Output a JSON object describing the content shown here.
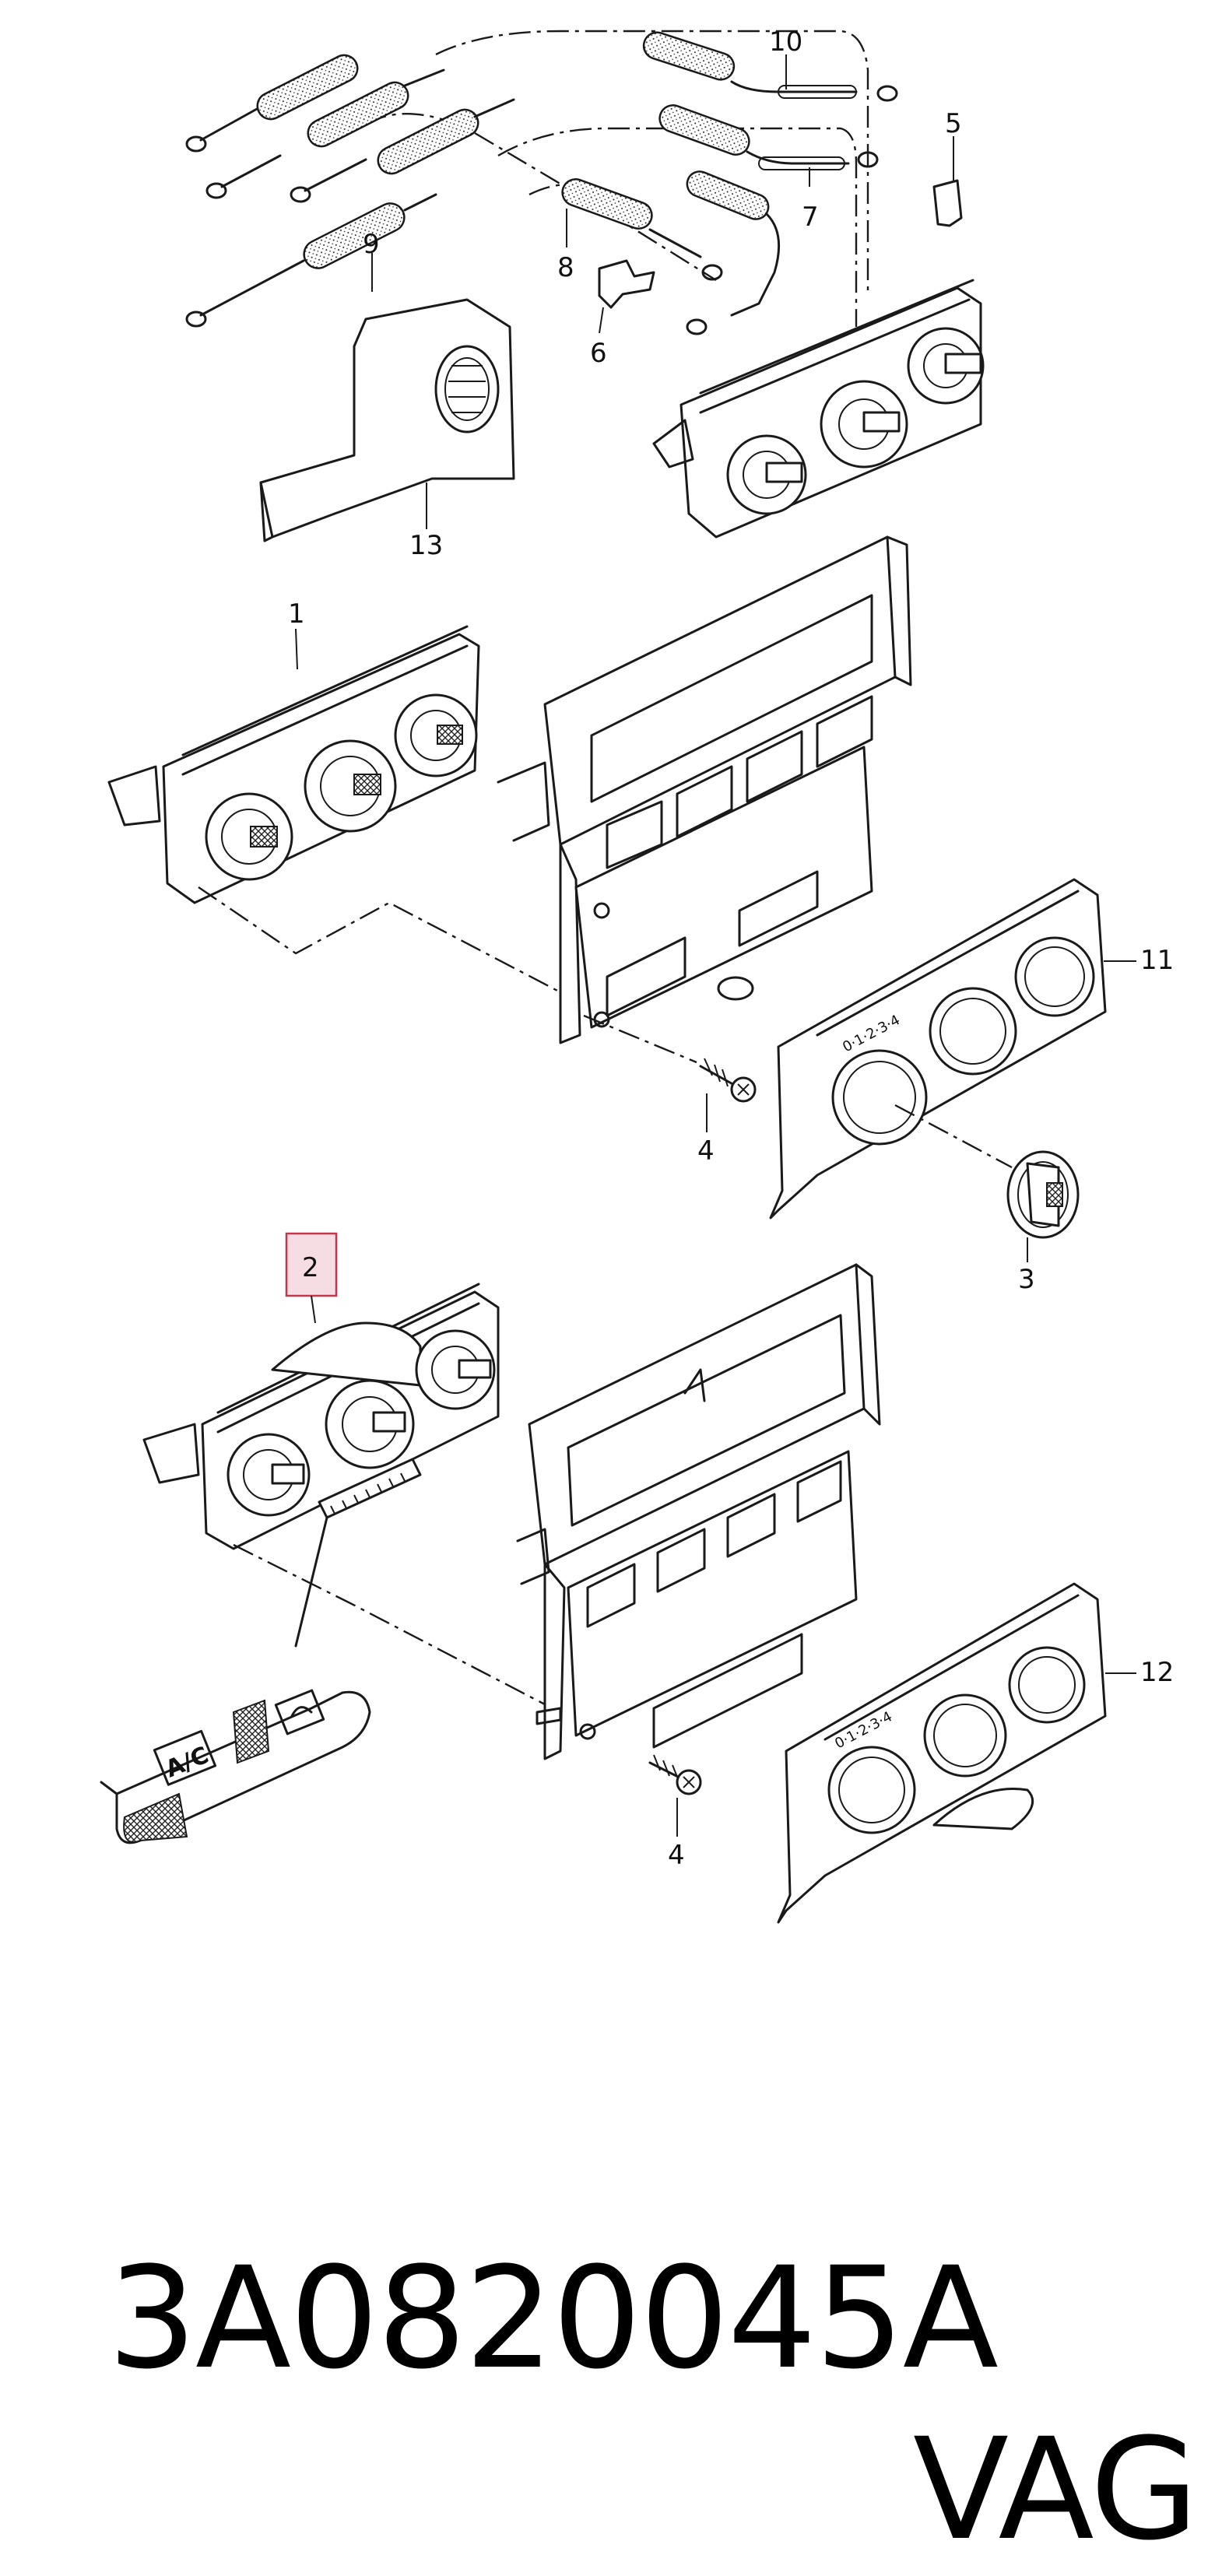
{
  "callouts": {
    "c1": "1",
    "c2": "2",
    "c3": "3",
    "c4a": "4",
    "c4b": "4",
    "c5": "5",
    "c6": "6",
    "c7": "7",
    "c8": "8",
    "c9": "9",
    "c10": "10",
    "c11": "11",
    "c12": "12",
    "c13": "13"
  },
  "highlighted_callout": "2",
  "highlight_color": "#c7344a",
  "decal": {
    "ac_label": "A/C"
  },
  "footer": {
    "part_number": "3A0820045A",
    "brand": "VAG"
  }
}
